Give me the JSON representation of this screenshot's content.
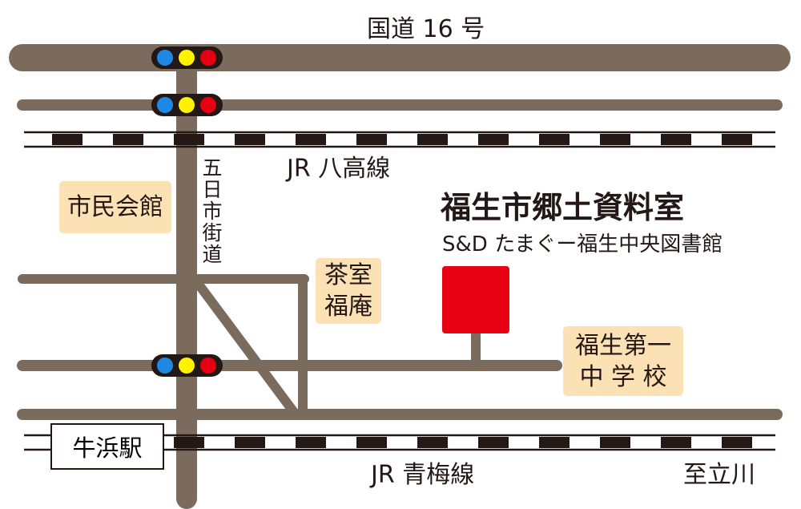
{
  "colors": {
    "road": "#7b6b5c",
    "rail": "#231815",
    "destination": "#e60012",
    "label_box": "#fbe1b3",
    "signal_blue": "#1e88e5",
    "signal_yellow": "#fff100",
    "signal_red": "#e60012"
  },
  "roads": {
    "national_route": "国道 16 号",
    "itsukaichi_kaido": [
      "五",
      "日",
      "市",
      "街",
      "道"
    ]
  },
  "railways": {
    "hachiko_line": "JR 八高線",
    "ome_line": "JR 青梅線",
    "direction": "至立川"
  },
  "stations": {
    "ushihama": "牛浜駅"
  },
  "landmarks": {
    "civic_hall": "市民会館",
    "tea_room": [
      "茶室",
      "福庵"
    ],
    "school": [
      "福生第一",
      "中 学 校"
    ]
  },
  "destination": {
    "name": "福生市郷土資料室",
    "building": "S&D たまぐー福生中央図書館",
    "marker_icon": "red-square-marker"
  },
  "icons": {
    "traffic_signal": "traffic-signal-icon"
  }
}
